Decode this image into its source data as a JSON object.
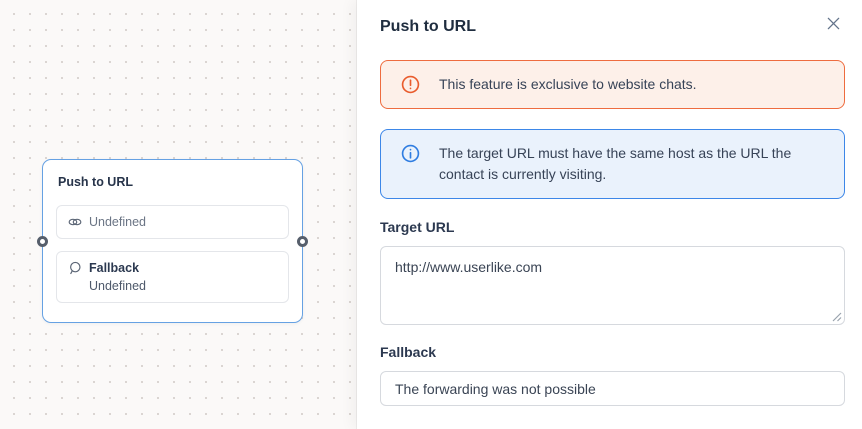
{
  "canvas": {
    "node": {
      "title": "Push to URL",
      "items": [
        {
          "icon": "link-icon",
          "label": "Undefined"
        },
        {
          "icon": "chat-bubble-icon",
          "label": "Fallback",
          "sublabel": "Undefined"
        }
      ]
    }
  },
  "panel": {
    "title": "Push to URL",
    "alerts": [
      {
        "type": "warning",
        "icon": "warning-circle-icon",
        "text": "This feature is exclusive to website chats."
      },
      {
        "type": "info",
        "icon": "info-circle-icon",
        "text": "The target URL must have the same host as the URL the contact is currently visiting."
      }
    ],
    "fields": [
      {
        "label": "Target URL",
        "value": "http://www.userlike.com",
        "type": "textarea"
      },
      {
        "label": "Fallback",
        "value": "The forwarding was not possible",
        "type": "input"
      }
    ]
  },
  "colors": {
    "warning_border": "#ee6c3f",
    "warning_bg": "#fdf0e9",
    "warning_icon": "#e95c2d",
    "info_border": "#3d87e8",
    "info_bg": "#eaf2fc",
    "info_icon": "#2f7de1",
    "node_border": "#66a1e3",
    "text_dark": "#2c3950",
    "text_muted": "#6b7585",
    "canvas_bg": "#fbf9f8"
  }
}
